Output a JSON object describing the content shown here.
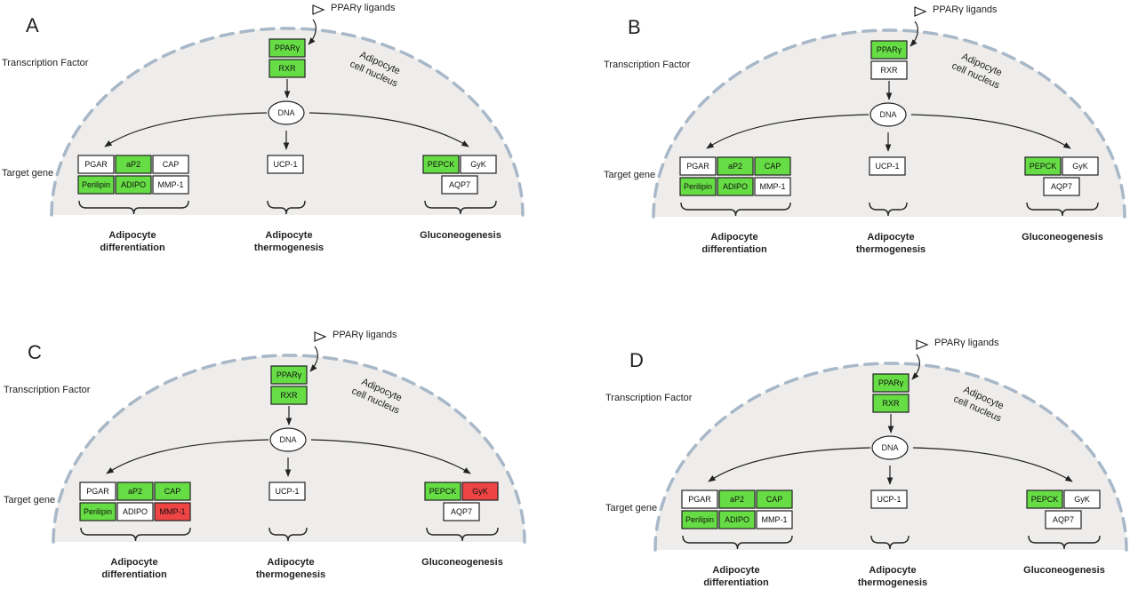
{
  "colors": {
    "active": "#66dd44",
    "inhibited": "#ee4444",
    "neutral": "#ffffff",
    "nucleus_fill": "#eeedeb",
    "nucleus_border": "#a8b8c8"
  },
  "common": {
    "ligand_label": "PPARγ ligands",
    "nucleus_line1": "Adipocyte",
    "nucleus_line2": "cell nucleus",
    "tf_row_label": "Transcription Factor",
    "target_row_label": "Target gene",
    "dna_label": "DNA",
    "groups": {
      "differentiation": [
        "Adipocyte",
        "differentiation"
      ],
      "thermogenesis": [
        "Adipocyte",
        "thermogenesis"
      ],
      "gluconeogenesis": [
        "Gluconeogenesis"
      ]
    }
  },
  "panels": [
    {
      "letter": "A",
      "states": {
        "PPARγ": "active",
        "RXR": "active",
        "PGAR": "neutral",
        "aP2": "active",
        "CAP": "neutral",
        "Perilipin": "active",
        "ADIPO": "active",
        "MMP-1": "neutral",
        "UCP-1": "neutral",
        "PEPCK": "active",
        "GyK": "neutral",
        "AQP7": "neutral"
      }
    },
    {
      "letter": "B",
      "states": {
        "PPARγ": "active",
        "RXR": "neutral",
        "PGAR": "neutral",
        "aP2": "active",
        "CAP": "active",
        "Perilipin": "active",
        "ADIPO": "active",
        "MMP-1": "neutral",
        "UCP-1": "neutral",
        "PEPCK": "active",
        "GyK": "neutral",
        "AQP7": "neutral"
      }
    },
    {
      "letter": "C",
      "states": {
        "PPARγ": "active",
        "RXR": "active",
        "PGAR": "neutral",
        "aP2": "active",
        "CAP": "active",
        "Perilipin": "active",
        "ADIPO": "neutral",
        "MMP-1": "inhibited",
        "UCP-1": "neutral",
        "PEPCK": "active",
        "GyK": "inhibited",
        "AQP7": "neutral"
      }
    },
    {
      "letter": "D",
      "states": {
        "PPARγ": "active",
        "RXR": "active",
        "PGAR": "neutral",
        "aP2": "active",
        "CAP": "active",
        "Perilipin": "active",
        "ADIPO": "active",
        "MMP-1": "neutral",
        "UCP-1": "neutral",
        "PEPCK": "active",
        "GyK": "neutral",
        "AQP7": "neutral"
      }
    }
  ]
}
